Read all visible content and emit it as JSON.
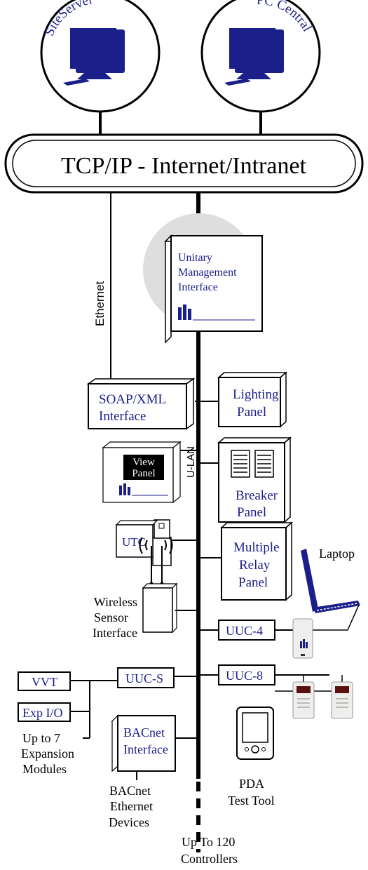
{
  "nodes": {
    "siteserver": "SiteServer",
    "pc_central": "PC Central",
    "network": "TCP/IP - Internet/Intranet",
    "umi_line1": "Unitary",
    "umi_line2": "Management",
    "umi_line3": "Interface",
    "ethernet": "Ethernet",
    "soap_line1": "SOAP/XML",
    "soap_line2": "Interface",
    "lighting_line1": "Lighting",
    "lighting_line2": "Panel",
    "ulan": "U-LAN",
    "view_line1": "View",
    "view_line2": "Panel",
    "breaker_line1": "Breaker",
    "breaker_line2": "Panel",
    "utc": "UTC",
    "relay_line1": "Multiple",
    "relay_line2": "Relay",
    "relay_line3": "Panel",
    "laptop": "Laptop",
    "wireless_line1": "Wireless",
    "wireless_line2": "Sensor",
    "wireless_line3": "Interface",
    "uuc4": "UUC-4",
    "vvt": "VVT",
    "uucs": "UUC-S",
    "uuc8": "UUC-8",
    "expio": "Exp I/O",
    "expansion_line1": "Up to 7",
    "expansion_line2": "Expansion",
    "expansion_line3": "Modules",
    "bacnet_line1": "BACnet",
    "bacnet_line2": "Interface",
    "bacdev_line1": "BACnet",
    "bacdev_line2": "Ethernet",
    "bacdev_line3": "Devices",
    "pda_line1": "PDA",
    "pda_line2": "Test Tool",
    "controllers_line1": "Up To 120",
    "controllers_line2": "Controllers"
  },
  "colors": {
    "accent": "#1b1f8a",
    "line": "#000000",
    "highlight": "#dedede"
  }
}
